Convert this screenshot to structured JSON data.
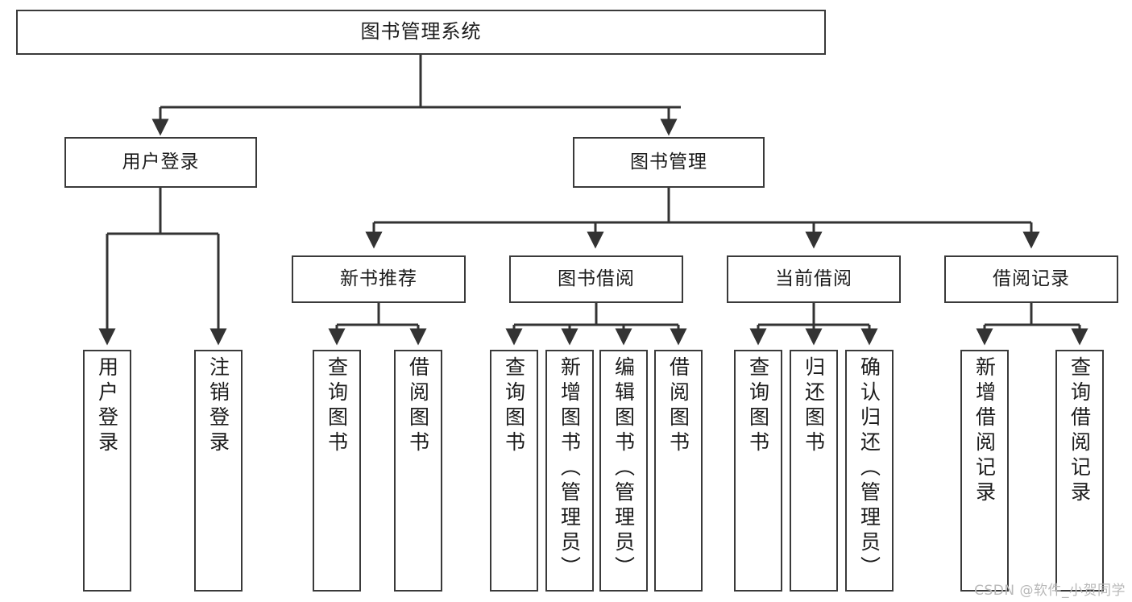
{
  "diagram": {
    "title": "图书管理系统",
    "type": "tree-hierarchy-diagram",
    "watermark": "CSDN @软件_小贺同学",
    "colors": {
      "box_border": "#3a3a3a",
      "box_fill": "#ffffff",
      "connector": "#333333",
      "text": "#1b1b1b",
      "watermark": "#b9b9b9",
      "background": "#ffffff"
    },
    "root": {
      "label": "图书管理系统"
    },
    "level2": [
      {
        "label": "用户登录"
      },
      {
        "label": "图书管理"
      }
    ],
    "level3": [
      {
        "label": "新书推荐"
      },
      {
        "label": "图书借阅"
      },
      {
        "label": "当前借阅"
      },
      {
        "label": "借阅记录"
      }
    ],
    "leaves": {
      "user_login": [
        {
          "label": "用户登录"
        },
        {
          "label": "注销登录"
        }
      ],
      "new_book_recommend": [
        {
          "label": "查询图书"
        },
        {
          "label": "借阅图书"
        }
      ],
      "book_borrow": [
        {
          "label": "查询图书"
        },
        {
          "label": "新增图书（管理员）"
        },
        {
          "label": "编辑图书（管理员）"
        },
        {
          "label": "借阅图书"
        }
      ],
      "current_borrow": [
        {
          "label": "查询图书"
        },
        {
          "label": "归还图书"
        },
        {
          "label": "确认归还（管理员）"
        }
      ],
      "borrow_record": [
        {
          "label": "新增借阅记录"
        },
        {
          "label": "查询借阅记录"
        }
      ]
    }
  }
}
